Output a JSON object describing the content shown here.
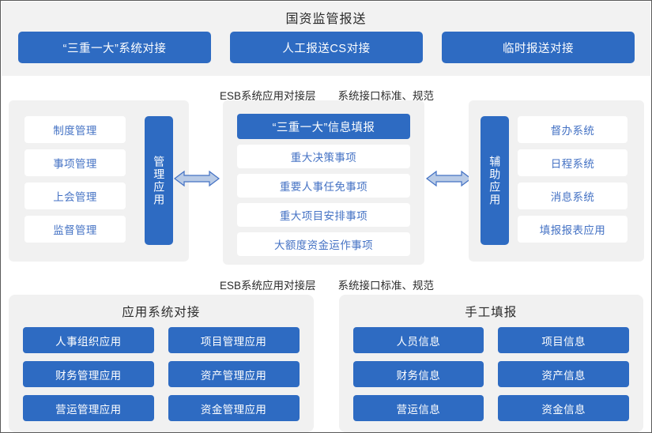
{
  "top": {
    "title": "国资监管报送",
    "buttons": [
      {
        "label": "“三重一大”系统对接"
      },
      {
        "label": "人工报送CS对接"
      },
      {
        "label": "临时报送对接"
      }
    ]
  },
  "esb_top": {
    "layer_label": "ESB系统应用对接层",
    "standard_label": "系统接口标准、规范"
  },
  "esb_bottom": {
    "layer_label": "ESB系统应用对接层",
    "standard_label": "系统接口标准、规范"
  },
  "middle": {
    "left_panel": {
      "vertical_label": "管理应用",
      "items": [
        {
          "label": "制度管理"
        },
        {
          "label": "事项管理"
        },
        {
          "label": "上会管理"
        },
        {
          "label": "监督管理"
        }
      ]
    },
    "center_panel": {
      "items": [
        {
          "label": "“三重一大”信息填报",
          "accent": true
        },
        {
          "label": "重大决策事项",
          "accent": false
        },
        {
          "label": "重要人事任免事项",
          "accent": false
        },
        {
          "label": "重大项目安排事项",
          "accent": false
        },
        {
          "label": "大额度资金运作事项",
          "accent": false
        }
      ]
    },
    "right_panel": {
      "vertical_label": "辅助应用",
      "items": [
        {
          "label": "督办系统"
        },
        {
          "label": "日程系统"
        },
        {
          "label": "消息系统"
        },
        {
          "label": "填报报表应用"
        }
      ]
    },
    "arrows": {
      "left_arrow_name": "bidirectional-arrow",
      "right_arrow_name": "bidirectional-arrow"
    }
  },
  "bottom": {
    "left_panel": {
      "title": "应用系统对接",
      "buttons": [
        {
          "label": "人事组织应用"
        },
        {
          "label": "项目管理应用"
        },
        {
          "label": "财务管理应用"
        },
        {
          "label": "资产管理应用"
        },
        {
          "label": "营运管理应用"
        },
        {
          "label": "资金管理应用"
        }
      ]
    },
    "right_panel": {
      "title": "手工填报",
      "buttons": [
        {
          "label": "人员信息"
        },
        {
          "label": "项目信息"
        },
        {
          "label": "财务信息"
        },
        {
          "label": "资产信息"
        },
        {
          "label": "营运信息"
        },
        {
          "label": "资金信息"
        }
      ]
    }
  },
  "colors": {
    "accent_blue": "#2e6bc2",
    "item_text_blue": "#4472c4",
    "panel_gray": "#f1f1f1",
    "band_gray": "#f2f2f2",
    "arrow_stroke": "#4472c4",
    "arrow_fill": "#a7bfe0"
  }
}
